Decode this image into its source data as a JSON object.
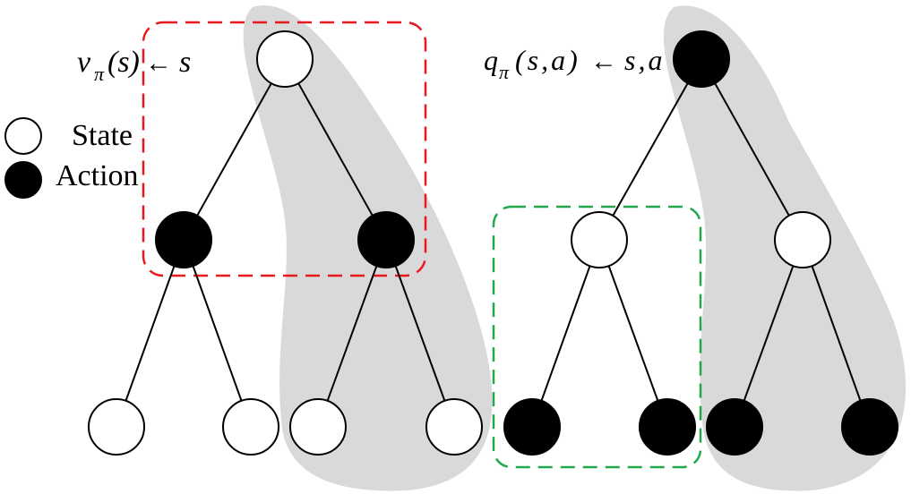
{
  "legend": {
    "state_label": "State",
    "action_label": "Action"
  },
  "left_tree": {
    "label_fn": "v",
    "label_sub": "π",
    "label_arg": "(s)",
    "label_arrow": "←",
    "label_rhs": "s"
  },
  "right_tree": {
    "label_fn": "q",
    "label_sub": "π",
    "label_arg": "(s,a)",
    "label_arrow": "←",
    "label_rhs": "s,a"
  },
  "colors": {
    "state_fill": "#ffffff",
    "action_fill": "#000000",
    "highlight_fill": "#d9d9d9",
    "red_box": "#e8191c",
    "green_box": "#22a84a"
  }
}
